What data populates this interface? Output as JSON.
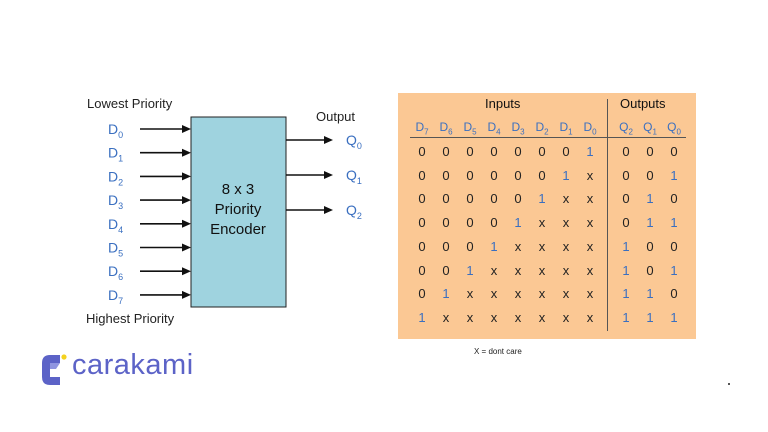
{
  "diagram": {
    "lowest_label": "Lowest Priority",
    "highest_label": "Highest Priority",
    "output_label": "Output",
    "encoder_lines": [
      "8 x 3",
      "Priority",
      "Encoder"
    ],
    "inputs": [
      {
        "letter": "D",
        "sub": "0"
      },
      {
        "letter": "D",
        "sub": "1"
      },
      {
        "letter": "D",
        "sub": "2"
      },
      {
        "letter": "D",
        "sub": "3"
      },
      {
        "letter": "D",
        "sub": "4"
      },
      {
        "letter": "D",
        "sub": "5"
      },
      {
        "letter": "D",
        "sub": "6"
      },
      {
        "letter": "D",
        "sub": "7"
      }
    ],
    "outputs": [
      {
        "letter": "Q",
        "sub": "0"
      },
      {
        "letter": "Q",
        "sub": "1"
      },
      {
        "letter": "Q",
        "sub": "2"
      }
    ]
  },
  "truth_table": {
    "inputs_header": "Inputs",
    "outputs_header": "Outputs",
    "input_columns": [
      {
        "letter": "D",
        "sub": "7"
      },
      {
        "letter": "D",
        "sub": "6"
      },
      {
        "letter": "D",
        "sub": "5"
      },
      {
        "letter": "D",
        "sub": "4"
      },
      {
        "letter": "D",
        "sub": "3"
      },
      {
        "letter": "D",
        "sub": "2"
      },
      {
        "letter": "D",
        "sub": "1"
      },
      {
        "letter": "D",
        "sub": "0"
      }
    ],
    "output_columns": [
      {
        "letter": "Q",
        "sub": "2"
      },
      {
        "letter": "Q",
        "sub": "1"
      },
      {
        "letter": "Q",
        "sub": "0"
      }
    ],
    "rows": [
      {
        "in": [
          "0",
          "0",
          "0",
          "0",
          "0",
          "0",
          "0",
          "1"
        ],
        "out": [
          "0",
          "0",
          "0"
        ]
      },
      {
        "in": [
          "0",
          "0",
          "0",
          "0",
          "0",
          "0",
          "1",
          "x"
        ],
        "out": [
          "0",
          "0",
          "1"
        ]
      },
      {
        "in": [
          "0",
          "0",
          "0",
          "0",
          "0",
          "1",
          "x",
          "x"
        ],
        "out": [
          "0",
          "1",
          "0"
        ]
      },
      {
        "in": [
          "0",
          "0",
          "0",
          "0",
          "1",
          "x",
          "x",
          "x"
        ],
        "out": [
          "0",
          "1",
          "1"
        ]
      },
      {
        "in": [
          "0",
          "0",
          "0",
          "1",
          "x",
          "x",
          "x",
          "x"
        ],
        "out": [
          "1",
          "0",
          "0"
        ]
      },
      {
        "in": [
          "0",
          "0",
          "1",
          "x",
          "x",
          "x",
          "x",
          "x"
        ],
        "out": [
          "1",
          "0",
          "1"
        ]
      },
      {
        "in": [
          "0",
          "1",
          "x",
          "x",
          "x",
          "x",
          "x",
          "x"
        ],
        "out": [
          "1",
          "1",
          "0"
        ]
      },
      {
        "in": [
          "1",
          "x",
          "x",
          "x",
          "x",
          "x",
          "x",
          "x"
        ],
        "out": [
          "1",
          "1",
          "1"
        ]
      }
    ],
    "footnote": "X = dont care"
  },
  "brand": {
    "name": "carakami"
  },
  "colors": {
    "encoder_fill": "#9fd3df",
    "table_bg": "#fbc894",
    "one_value": "#3a6fc0",
    "zero_value": "#222222",
    "logo_blue": "#5c63c7",
    "logo_yellow": "#f4d21f"
  }
}
